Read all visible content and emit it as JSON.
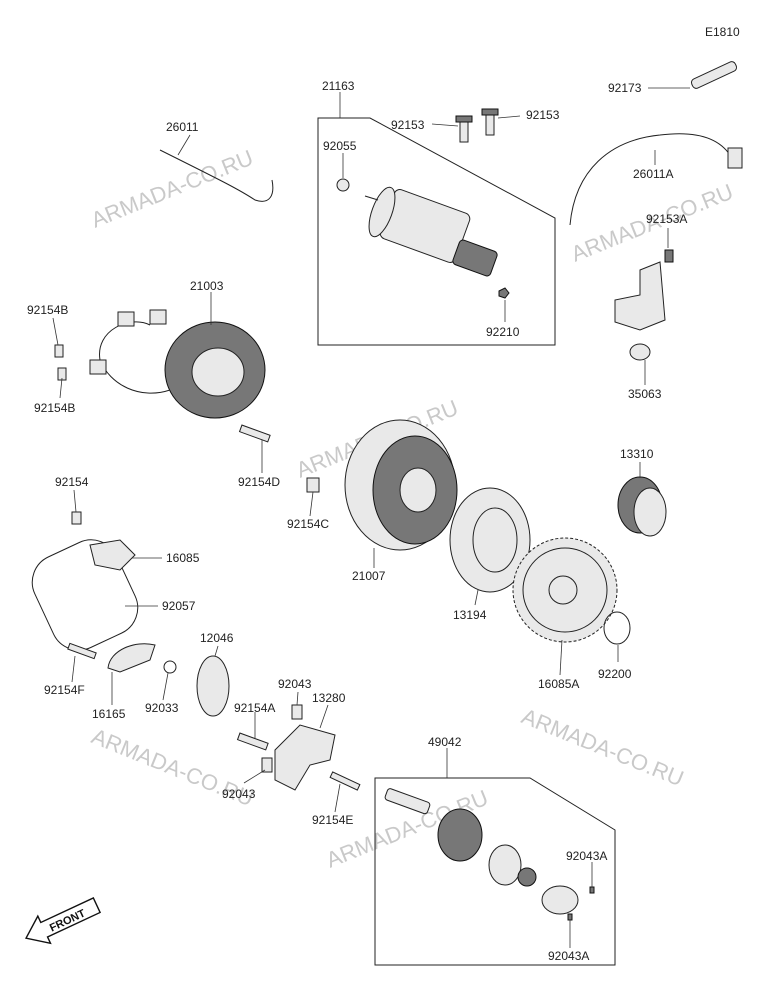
{
  "diagram_code": "E1810",
  "watermark": "ARMADA-CO.RU",
  "front_label": "FRONT",
  "labels": {
    "p21163": "21163",
    "p92055": "92055",
    "p92153_a": "92153",
    "p92153_b": "92153",
    "p92210": "92210",
    "p26011": "26011",
    "p92173": "92173",
    "p26011A": "26011A",
    "p92153A": "92153A",
    "p35063": "35063",
    "p92154B_a": "92154B",
    "p92154B_b": "92154B",
    "p21003": "21003",
    "p92154D": "92154D",
    "p92154C": "92154C",
    "p21007": "21007",
    "p13310": "13310",
    "p13194": "13194",
    "p16085A": "16085A",
    "p92200": "92200",
    "p92154": "92154",
    "p16085": "16085",
    "p92057": "92057",
    "p12046": "12046",
    "p92154F": "92154F",
    "p16165": "16165",
    "p92033": "92033",
    "p92043_a": "92043",
    "p13280": "13280",
    "p92154A": "92154A",
    "p92043_b": "92043",
    "p92154E": "92154E",
    "p49042": "49042",
    "p92043A_a": "92043A",
    "p92043A_b": "92043A"
  }
}
